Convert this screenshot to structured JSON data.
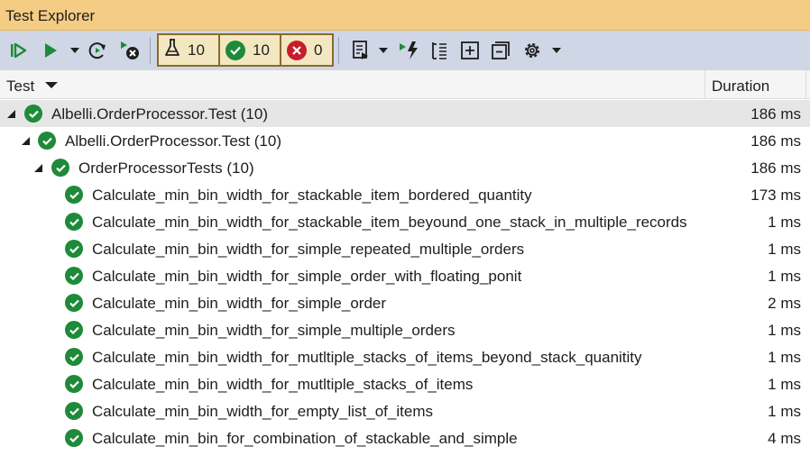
{
  "window": {
    "title": "Test Explorer"
  },
  "toolbar": {
    "total_count": "10",
    "passed_count": "10",
    "failed_count": "0",
    "icons": [
      "run-all-icon",
      "run-icon",
      "dropdown-icon",
      "repeat-last-run-icon",
      "cancel-run-icon",
      "flask-icon",
      "passed-icon",
      "failed-icon",
      "playlist-icon",
      "dropdown-icon",
      "run-on-build-icon",
      "group-by-icon",
      "expand-all-icon",
      "collapse-all-icon",
      "settings-icon",
      "dropdown-icon"
    ]
  },
  "columns": {
    "test": "Test",
    "duration": "Duration"
  },
  "tree": [
    {
      "label": "Albelli.OrderProcessor.Test  (10)",
      "duration": "186 ms",
      "level": 0,
      "expander": true,
      "status": "passed",
      "selected": true
    },
    {
      "label": "Albelli.OrderProcessor.Test  (10)",
      "duration": "186 ms",
      "level": 1,
      "expander": true,
      "status": "passed",
      "selected": false
    },
    {
      "label": "OrderProcessorTests  (10)",
      "duration": "186 ms",
      "level": 2,
      "expander": true,
      "status": "passed",
      "selected": false
    },
    {
      "label": "Calculate_min_bin_width_for_stackable_item_bordered_quantity",
      "duration": "173 ms",
      "level": 3,
      "expander": false,
      "status": "passed",
      "selected": false
    },
    {
      "label": "Calculate_min_bin_width_for_stackable_item_beyound_one_stack_in_multiple_records",
      "duration": "1 ms",
      "level": 3,
      "expander": false,
      "status": "passed",
      "selected": false
    },
    {
      "label": "Calculate_min_bin_width_for_simple_repeated_multiple_orders",
      "duration": "1 ms",
      "level": 3,
      "expander": false,
      "status": "passed",
      "selected": false
    },
    {
      "label": "Calculate_min_bin_width_for_simple_order_with_floating_ponit",
      "duration": "1 ms",
      "level": 3,
      "expander": false,
      "status": "passed",
      "selected": false
    },
    {
      "label": "Calculate_min_bin_width_for_simple_order",
      "duration": "2 ms",
      "level": 3,
      "expander": false,
      "status": "passed",
      "selected": false
    },
    {
      "label": "Calculate_min_bin_width_for_simple_multiple_orders",
      "duration": "1 ms",
      "level": 3,
      "expander": false,
      "status": "passed",
      "selected": false
    },
    {
      "label": "Calculate_min_bin_width_for_mutltiple_stacks_of_items_beyond_stack_quanitity",
      "duration": "1 ms",
      "level": 3,
      "expander": false,
      "status": "passed",
      "selected": false
    },
    {
      "label": "Calculate_min_bin_width_for_mutltiple_stacks_of_items",
      "duration": "1 ms",
      "level": 3,
      "expander": false,
      "status": "passed",
      "selected": false
    },
    {
      "label": "Calculate_min_bin_width_for_empty_list_of_items",
      "duration": "1 ms",
      "level": 3,
      "expander": false,
      "status": "passed",
      "selected": false
    },
    {
      "label": "Calculate_min_bin_for_combination_of_stackable_and_simple",
      "duration": "4 ms",
      "level": 3,
      "expander": false,
      "status": "passed",
      "selected": false
    }
  ]
}
